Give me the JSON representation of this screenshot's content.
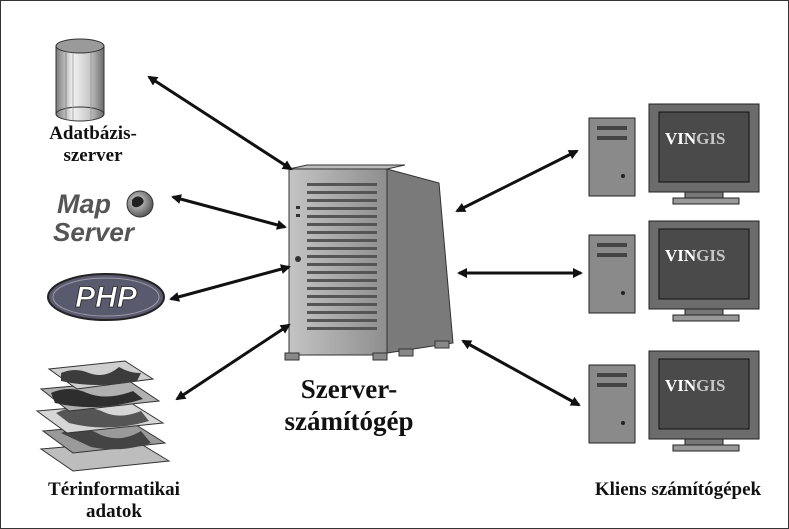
{
  "labels": {
    "database_server": [
      "Adatbázis-",
      "szerver"
    ],
    "server_computer": [
      "Szerver-",
      "számítógép"
    ],
    "geo_data": [
      "Térinformatikai",
      "adatok"
    ],
    "client_computers": "Kliens számítógépek"
  },
  "logos": {
    "mapserver_top": "Map",
    "mapserver_bottom": "Server",
    "php": "PHP",
    "client_brand_prefix": "VIN",
    "client_brand_suffix": "GIS"
  },
  "icons": [
    "database-icon",
    "mapserver-logo",
    "php-logo",
    "map-layers-icon",
    "server-tower-icon",
    "client-computer-icon"
  ],
  "colors": {
    "ink": "#111111",
    "server_body": "#9a9a9a",
    "monitor_screen": "#4a4a4a",
    "php_oval": "#5a5a6e"
  }
}
